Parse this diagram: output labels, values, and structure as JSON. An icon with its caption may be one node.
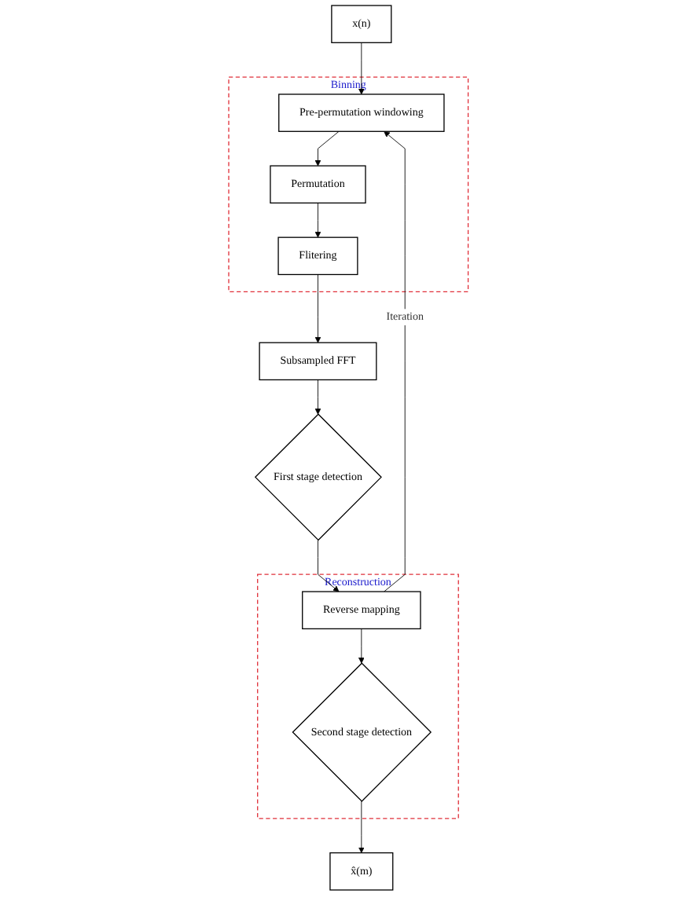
{
  "diagram": {
    "nodes": [
      {
        "text": [
          "x(n)"
        ]
      },
      {
        "text": [
          "Binning"
        ]
      },
      {
        "text": [
          "Pre-permutation windowing"
        ],
        "in": 1
      },
      {
        "text": [
          "Permutation"
        ],
        "in": 1
      },
      {
        "text": [
          "Flitering"
        ],
        "in": 1
      },
      {
        "text": [
          "Subsampled FFT"
        ]
      },
      {
        "text": [
          "First stage detection"
        ]
      },
      {
        "text": [
          "Reconstruction"
        ]
      },
      {
        "text": [
          "Reverse mapping"
        ],
        "in": 7
      },
      {
        "text": [
          "Second stage detection"
        ],
        "in": 7
      },
      {
        "text": [
          "x̂(m)"
        ]
      }
    ],
    "edges": [
      {
        "from": 0,
        "to": 2,
        "arrow": "to"
      },
      {
        "from": 2,
        "to": 3,
        "arrow": "to"
      },
      {
        "from": 3,
        "to": 4,
        "arrow": "to"
      },
      {
        "from": 4,
        "to": 5,
        "arrow": "to"
      },
      {
        "from": 5,
        "to": 6,
        "arrow": "to"
      },
      {
        "from": 6,
        "to": 8,
        "arrow": "to"
      },
      {
        "from": 8,
        "to": 9,
        "arrow": "to"
      },
      {
        "from": 9,
        "to": 10,
        "arrow": "to"
      },
      {
        "from": 8,
        "to": 2,
        "arrow": "to",
        "label": "Iteration"
      }
    ]
  }
}
